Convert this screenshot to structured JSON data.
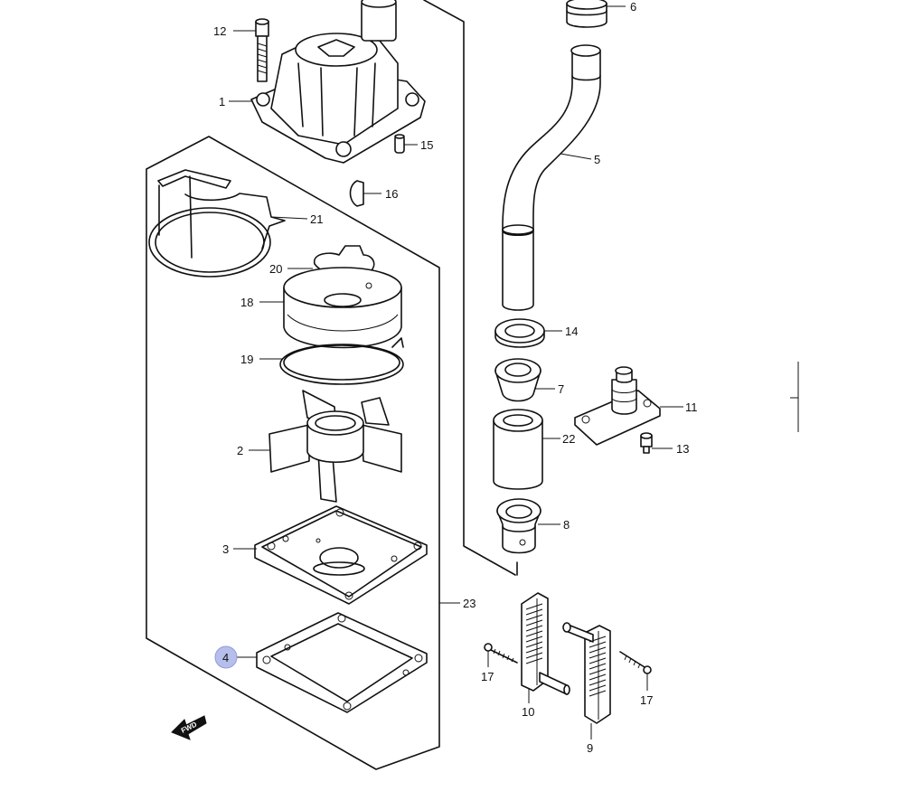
{
  "parts": {
    "p1": "1",
    "p2": "2",
    "p3": "3",
    "p4": "4",
    "p5": "5",
    "p6": "6",
    "p7": "7",
    "p8": "8",
    "p9": "9",
    "p10": "10",
    "p11": "11",
    "p12": "12",
    "p13": "13",
    "p14": "14",
    "p15": "15",
    "p16": "16",
    "p17a": "17",
    "p17b": "17",
    "p18": "18",
    "p19": "19",
    "p20": "20",
    "p21": "21",
    "p22": "22",
    "p23": "23"
  },
  "fwd_label": "FWD",
  "highlight_color": "#aab4e8",
  "highlighted_part": "4"
}
